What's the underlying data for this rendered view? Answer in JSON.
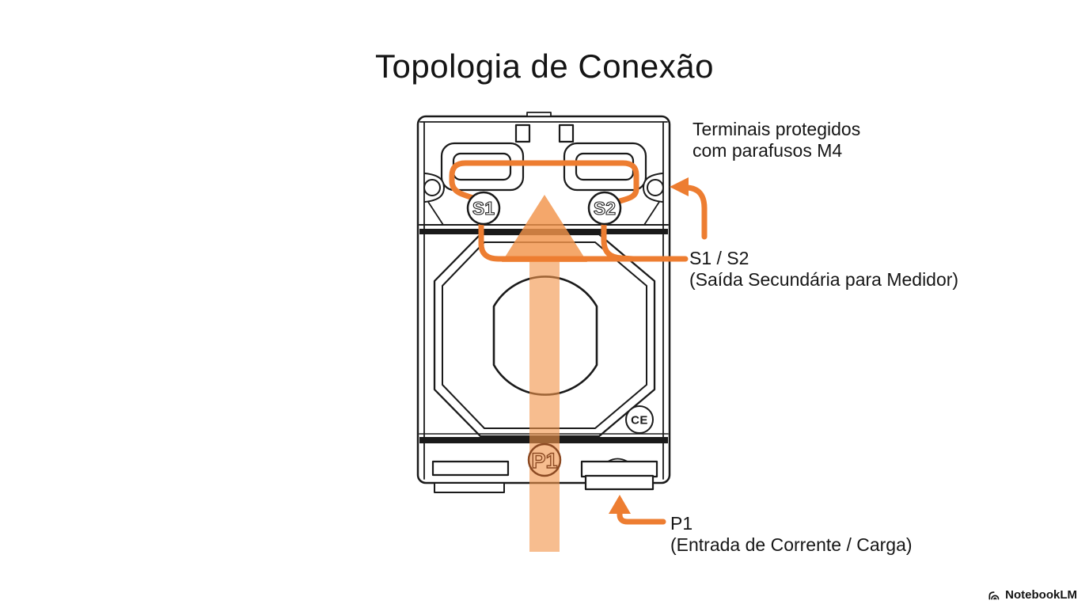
{
  "title": "Topologia de Conexão",
  "annotations": {
    "terminals": {
      "line1": "Terminais protegidos",
      "line2": "com parafusos M4"
    },
    "secondary": {
      "label": "S1 / S2",
      "desc": "(Saída Secundária para Medidor)"
    },
    "primary": {
      "label": "P1",
      "desc": "(Entrada de Corrente / Carga)"
    }
  },
  "device": {
    "terminal_s1": "S1",
    "terminal_s2": "S2",
    "marking_p1": "P1",
    "ce_mark": "CE"
  },
  "colors": {
    "orange": "#ED7D31",
    "arrow_orange": "#F2944A",
    "p1_brown": "#8C4A23",
    "line": "#1a1a1a"
  },
  "watermark": "NotebookLM"
}
